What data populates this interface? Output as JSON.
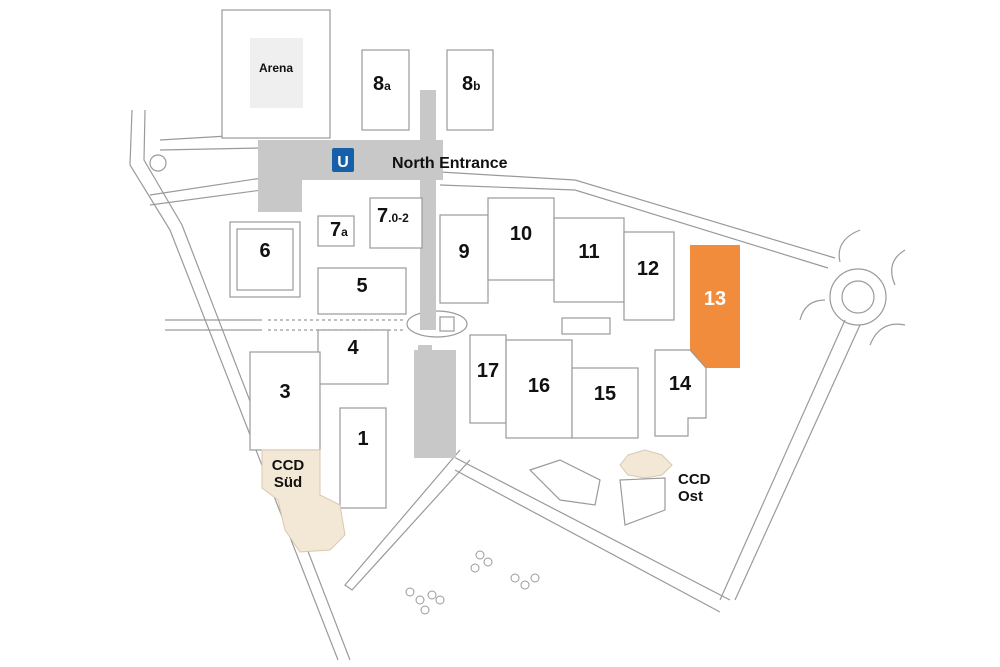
{
  "map": {
    "colors": {
      "highlight": "#F08C3C",
      "ccd": "#F3E8D6",
      "walkway": "#C8C8C8",
      "arena_inner": "#EFEFEF",
      "outline": "#9A9A9A",
      "entrance_icon": "#1560A8"
    },
    "entrances": {
      "north": "North Entrance",
      "icon": "subway-icon"
    },
    "venues": {
      "arena": "Arena",
      "ccd_sued": [
        "CCD",
        "Süd"
      ],
      "ccd_ost": [
        "CCD",
        "Ost"
      ]
    },
    "halls": {
      "h1": "1",
      "h3": "3",
      "h4": "4",
      "h5": "5",
      "h6": "6",
      "h7a": {
        "num": "7",
        "suffix": "a"
      },
      "h702": {
        "num": "7",
        "suffix": ".0-2"
      },
      "h8a": {
        "num": "8",
        "suffix": "a"
      },
      "h8b": {
        "num": "8",
        "suffix": "b"
      },
      "h9": "9",
      "h10": "10",
      "h11": "11",
      "h12": "12",
      "h13": "13",
      "h14": "14",
      "h15": "15",
      "h16": "16",
      "h17": "17"
    },
    "highlighted_hall": "13"
  }
}
